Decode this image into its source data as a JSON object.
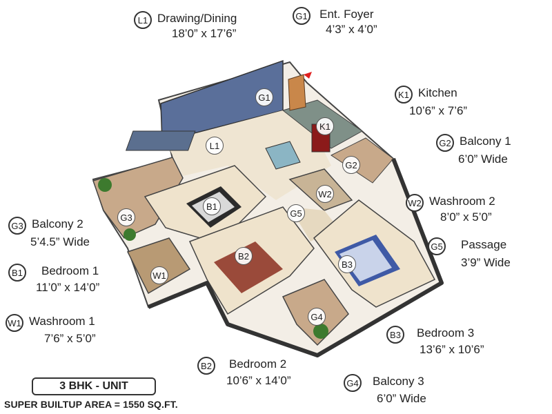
{
  "rooms": {
    "L1": {
      "code": "L1",
      "name": "Drawing/Dining",
      "dim": "18’0” x 17’6”"
    },
    "G1": {
      "code": "G1",
      "name": "Ent. Foyer",
      "dim": "4’3” x 4’0”"
    },
    "K1": {
      "code": "K1",
      "name": "Kitchen",
      "dim": "10’6” x 7’6”"
    },
    "G2": {
      "code": "G2",
      "name": "Balcony 1",
      "dim": "6’0” Wide"
    },
    "W2": {
      "code": "W2",
      "name": "Washroom 2",
      "dim": "8’0” x 5’0”"
    },
    "G5": {
      "code": "G5",
      "name": "Passage",
      "dim": "3’9” Wide"
    },
    "G3": {
      "code": "G3",
      "name": "Balcony 2",
      "dim": "5’4.5” Wide"
    },
    "B1": {
      "code": "B1",
      "name": "Bedroom 1",
      "dim": "11’0” x 14’0”"
    },
    "W1": {
      "code": "W1",
      "name": "Washroom 1",
      "dim": "7’6” x 5’0”"
    },
    "B3": {
      "code": "B3",
      "name": "Bedroom 3",
      "dim": "13’6” x 10’6”"
    },
    "B2": {
      "code": "B2",
      "name": "Bedroom 2",
      "dim": "10’6” x 14’0”"
    },
    "G4": {
      "code": "G4",
      "name": "Balcony 3",
      "dim": "6’0” Wide"
    }
  },
  "unit_type": "3 BHK - UNIT",
  "super_area": "SUPER BUILTUP AREA = 1550 SQ.FT.",
  "colors": {
    "accent_wall": "#5a6f9a",
    "floor_tile": "#efe5d2",
    "wall": "#ffffff",
    "wall_edge": "#3a3a3a",
    "wood": "#c9874a",
    "balcony_floor": "#c8a98a"
  }
}
